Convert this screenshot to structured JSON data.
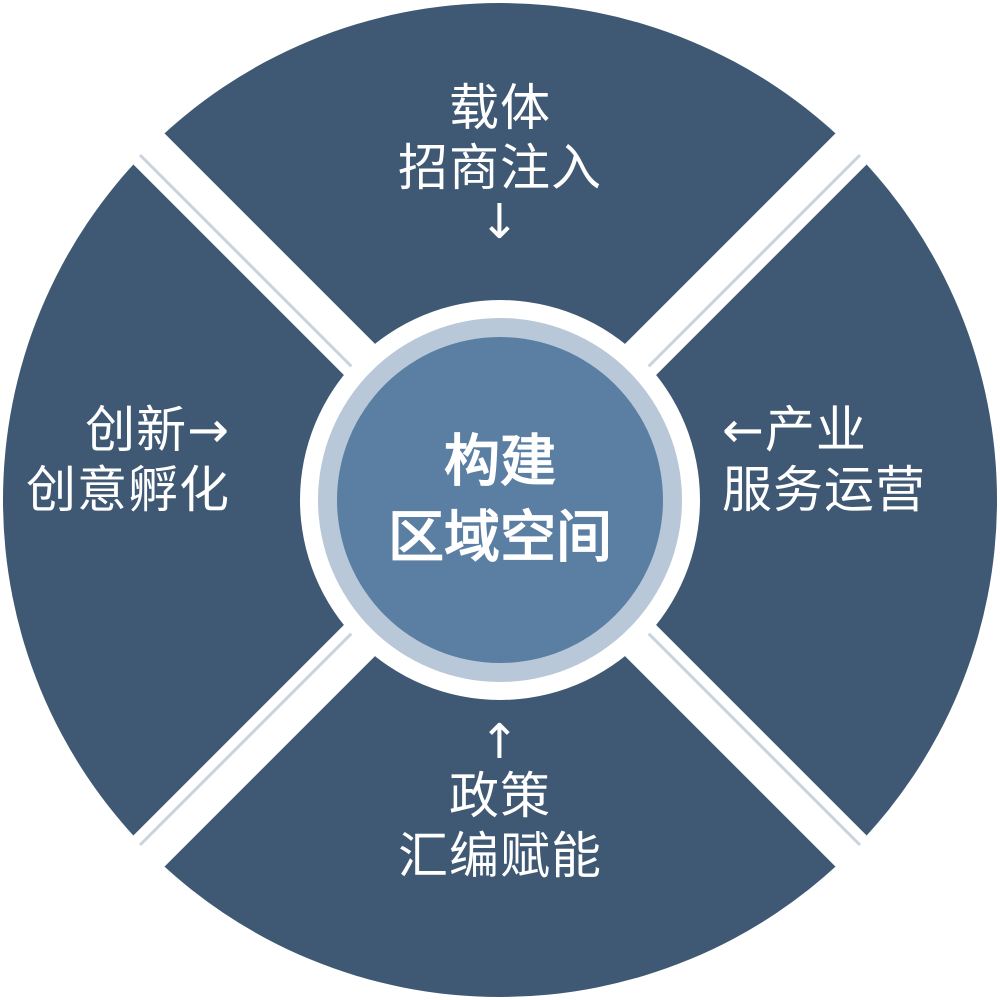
{
  "colors": {
    "quadrant": "#3f5873",
    "center_fill": "#5b7ea3",
    "center_ring": "#b9c8d8",
    "gap": "#ffffff",
    "text": "#ffffff"
  },
  "center": {
    "line1": "构建",
    "line2": "区域空间"
  },
  "quadrants": {
    "top": {
      "line1": "载体",
      "line2": "招商注入",
      "arrow": "↓"
    },
    "right": {
      "line1": "←产业",
      "line2": "服务运营"
    },
    "bottom": {
      "arrow": "↑",
      "line1": "政策",
      "line2": "汇编赋能"
    },
    "left": {
      "line1": "创新→",
      "line2": "创意孵化"
    }
  }
}
